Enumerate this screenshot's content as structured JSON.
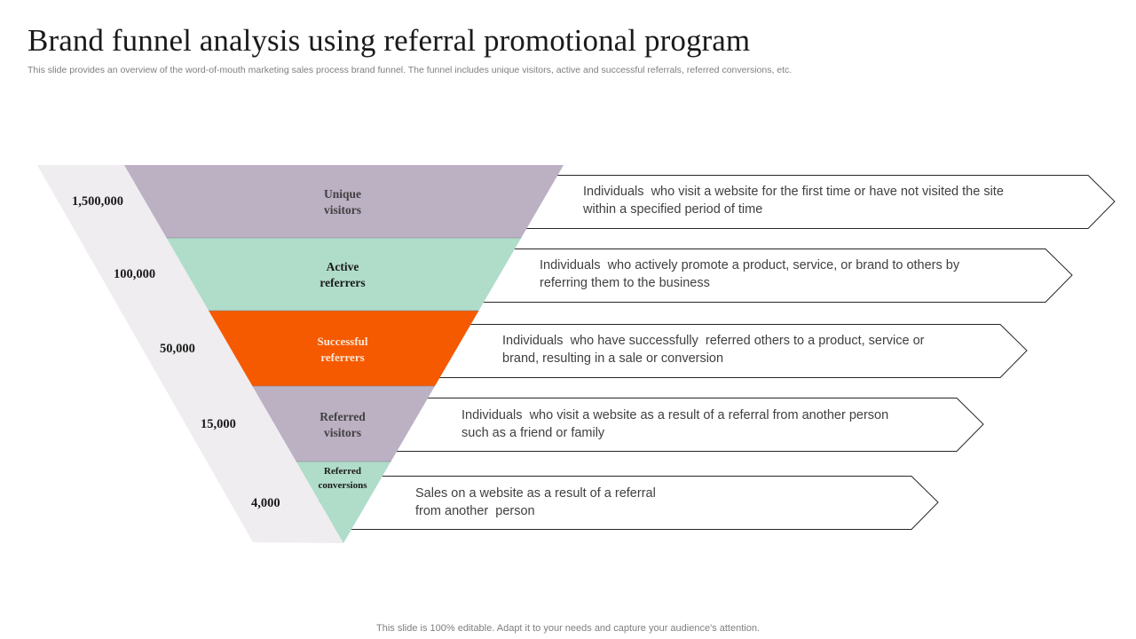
{
  "header": {
    "title": "Brand funnel analysis using referral promotional program",
    "subtitle": "This slide provides an overview of the word-of-mouth marketing sales process brand funnel. The funnel includes unique visitors, active and successful referrals, referred conversions, etc."
  },
  "colors": {
    "lavender": "#bcb0c3",
    "mint": "#b0dcca",
    "orange": "#f55a00",
    "band_gray": "#efedf0",
    "arrow_stroke": "#262626"
  },
  "stages": [
    {
      "label_line1": "Unique",
      "label_line2": "visitors",
      "value": "1,500,000",
      "description_line1": "Individuals  who visit a website for the first time or have not visited the site",
      "description_line2": "within a specified period of time"
    },
    {
      "label_line1": "Active",
      "label_line2": "referrers",
      "value": "100,000",
      "description_line1": "Individuals  who actively promote a product, service, or brand to others by",
      "description_line2": "referring them to the business"
    },
    {
      "label_line1": "Successful",
      "label_line2": "referrers",
      "value": "50,000",
      "description_line1": "Individuals  who have successfully  referred others to a product, service or",
      "description_line2": "brand, resulting in a sale or conversion"
    },
    {
      "label_line1": "Referred",
      "label_line2": "visitors",
      "value": "15,000",
      "description_line1": "Individuals  who visit a website as a result of a referral from another person",
      "description_line2": "such as a friend or family"
    },
    {
      "label_line1": "Referred",
      "label_line2": "conversions",
      "value": "4,000",
      "description_line1": "Sales on a website as a result of a referral",
      "description_line2": "from another  person"
    }
  ],
  "footer": {
    "text": "This slide is 100% editable. Adapt it to your needs and capture your audience's attention."
  }
}
